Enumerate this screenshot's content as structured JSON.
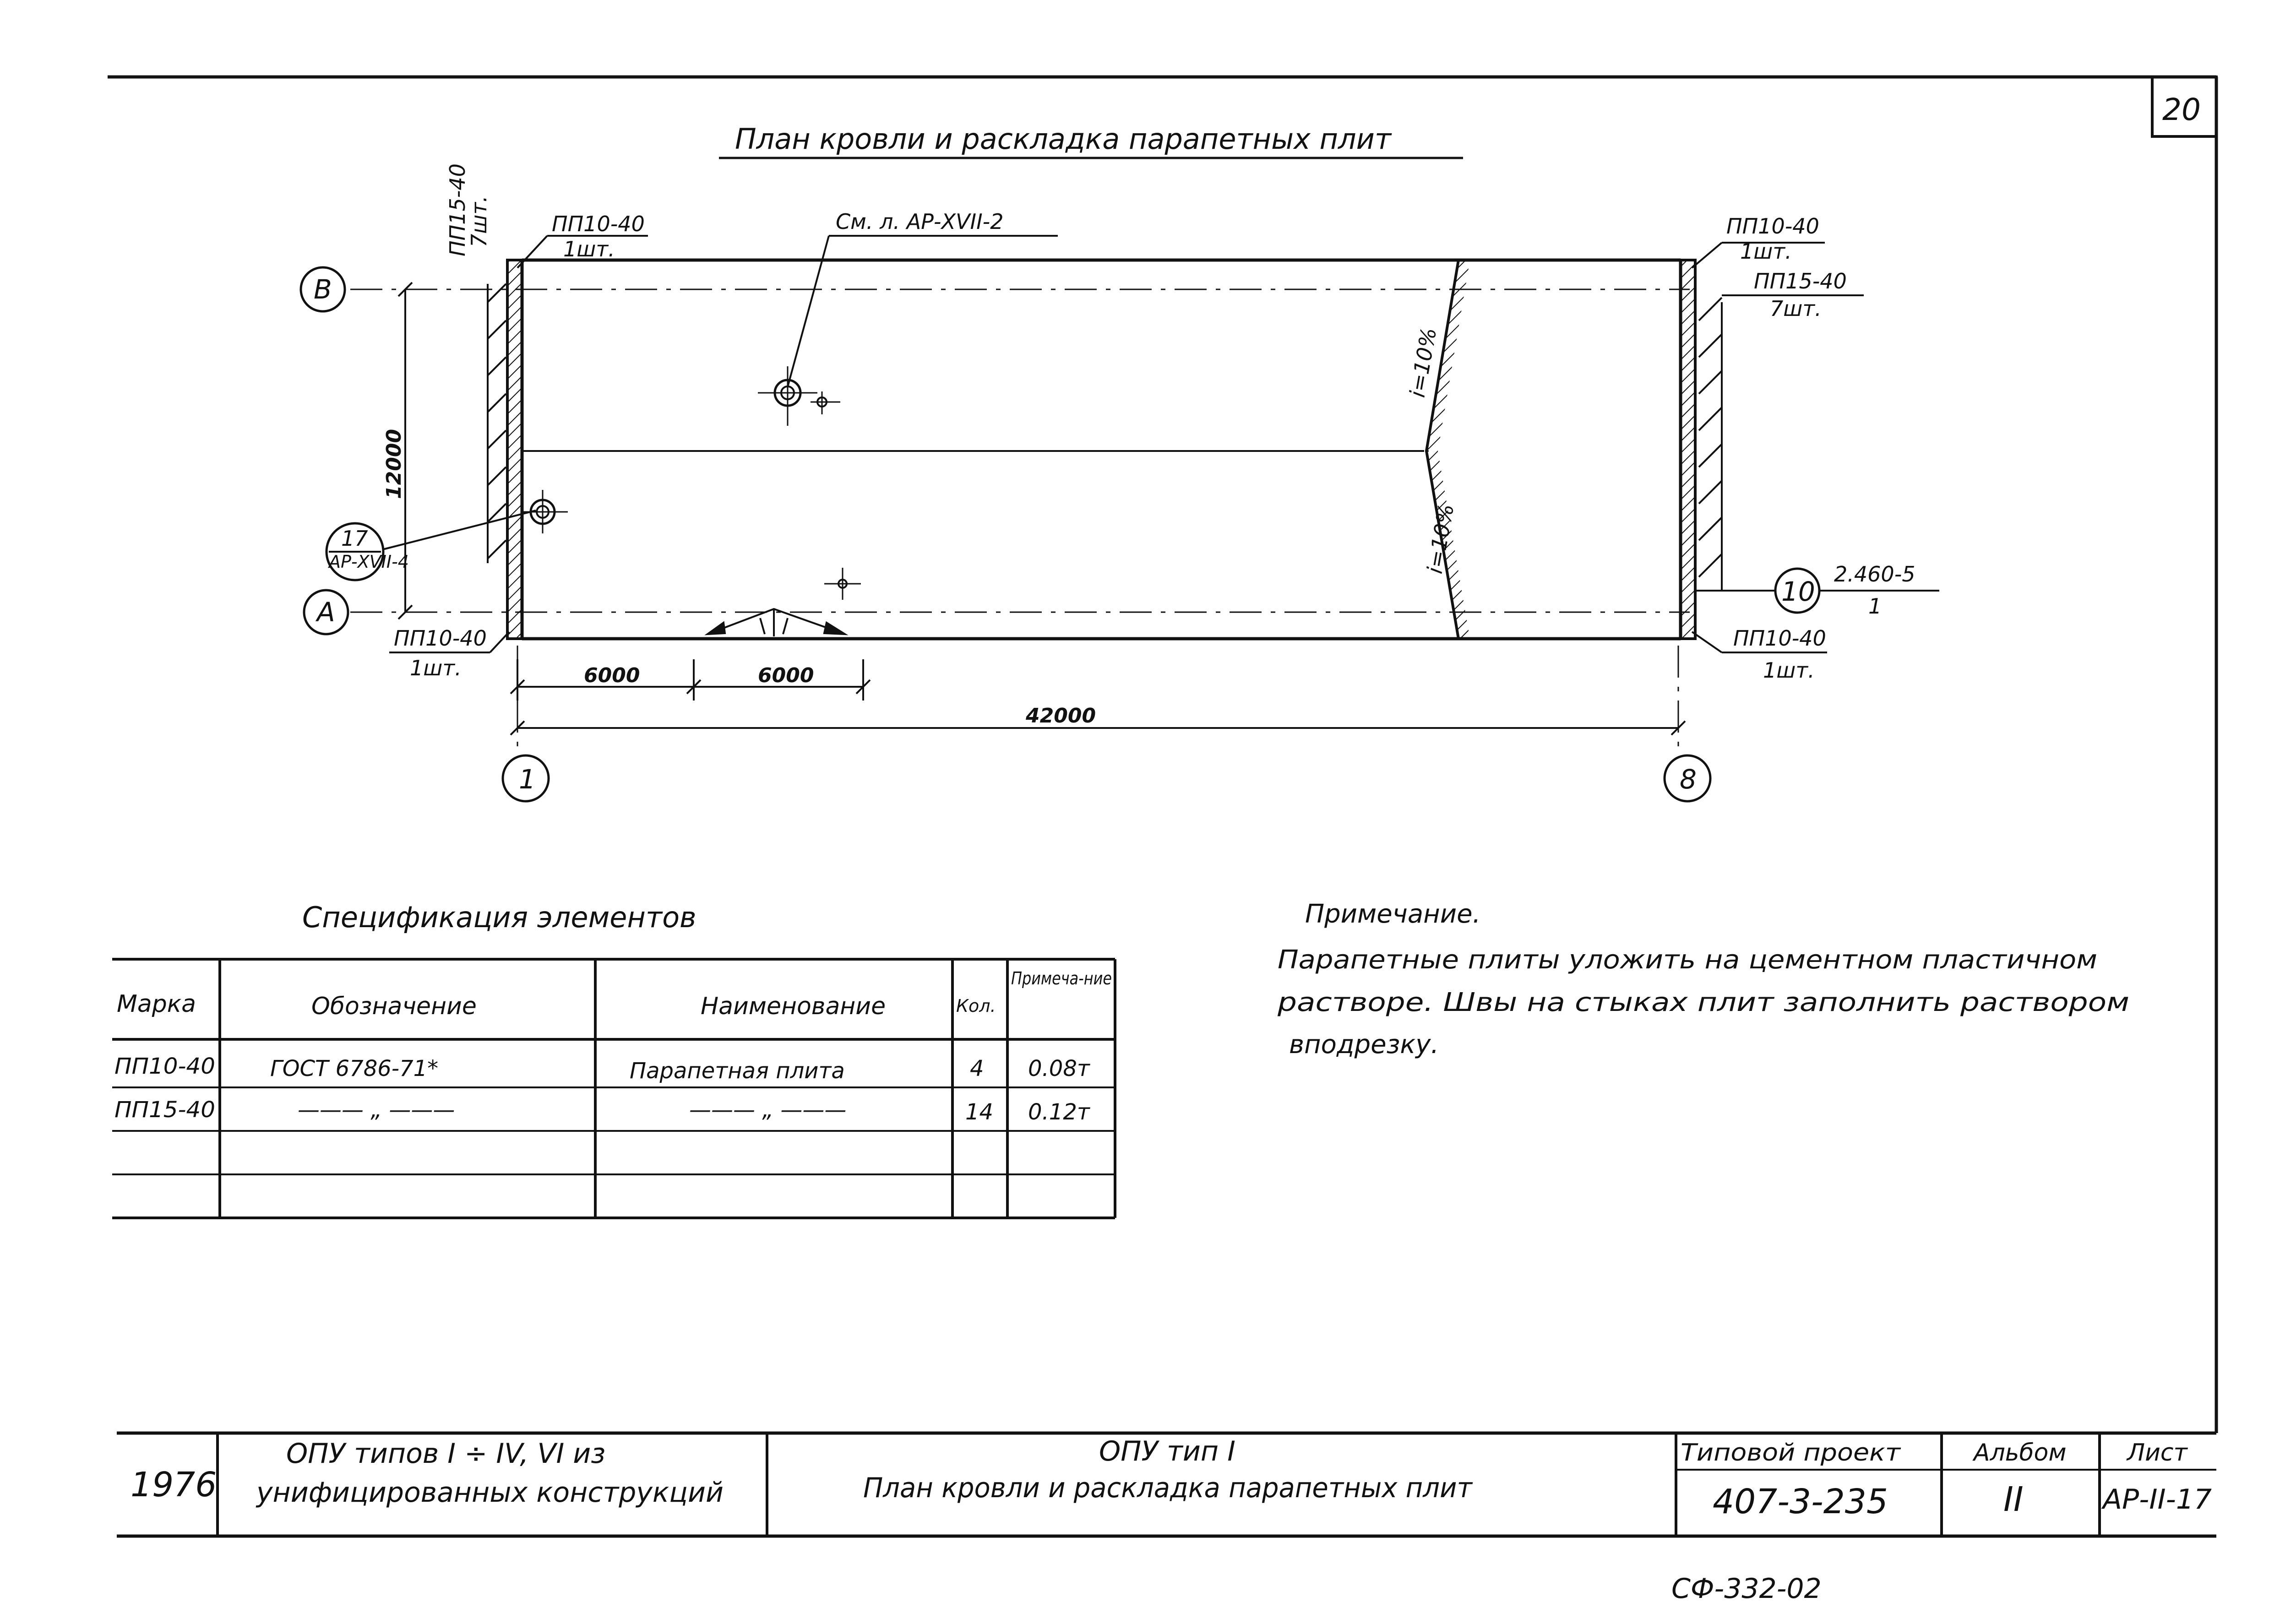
{
  "page_number": "20",
  "plan": {
    "title": "План кровли и раскладка парапетных плит",
    "label_top_left": {
      "mark": "ПП10-40",
      "qty": "1шт."
    },
    "label_vertical_left": {
      "mark": "ПП15-40",
      "qty": "7шт."
    },
    "label_see": "См. л. АР-XVII-2",
    "label_top_right": {
      "mark": "ПП10-40",
      "qty": "1шт."
    },
    "label_top_right2": {
      "mark": "ПП15-40",
      "qty": "7шт."
    },
    "label_bottom_left": {
      "mark": "ПП10-40",
      "qty": "1шт."
    },
    "label_bottom_right": {
      "mark": "ПП10-40",
      "qty": "1шт."
    },
    "node_ref": {
      "top": "17",
      "bottom": "АР-XVII-4"
    },
    "node_right": {
      "num": "10",
      "top": "2.460-5",
      "bottom": "1"
    },
    "slope_1": "i=10%",
    "slope_2": "i=10%",
    "dims": {
      "span1": "6000",
      "span2": "6000",
      "total": "42000",
      "height": "12000"
    },
    "axes": {
      "B": "В",
      "A": "А",
      "one": "1",
      "eight": "8"
    }
  },
  "spec": {
    "title": "Спецификация элементов",
    "headers": {
      "mark": "Марка",
      "designation": "Обозначение",
      "name": "Наименование",
      "qty": "Кол.",
      "note": "Примеча-ние"
    },
    "rows": [
      {
        "mark": "ПП10-40",
        "designation": "ГОСТ 6786-71*",
        "name": "Парапетная плита",
        "qty": "4",
        "note": "0.08т"
      },
      {
        "mark": "ПП15-40",
        "designation": "——— „ ———",
        "name": "——— „ ———",
        "qty": "14",
        "note": "0.12т"
      }
    ]
  },
  "note": {
    "title": "Примечание.",
    "lines": [
      "Парапетные плиты уложить на цементном пластичном",
      "растворе. Швы на стыках плит заполнить раствором",
      "вподрезку."
    ]
  },
  "stamp": {
    "year": "1976",
    "left_line1": "ОПУ типов I ÷ IV, VI из",
    "left_line2": "унифицированных конструкций",
    "mid_line1": "ОПУ тип I",
    "mid_line2": "План кровли и раскладка парапетных плит",
    "project_label": "Типовой проект",
    "project_value": "407-3-235",
    "album_label": "Альбом",
    "album_value": "II",
    "sheet_label": "Лист",
    "sheet_value": "АР-II-17"
  },
  "footer_code": "СФ-332-02"
}
